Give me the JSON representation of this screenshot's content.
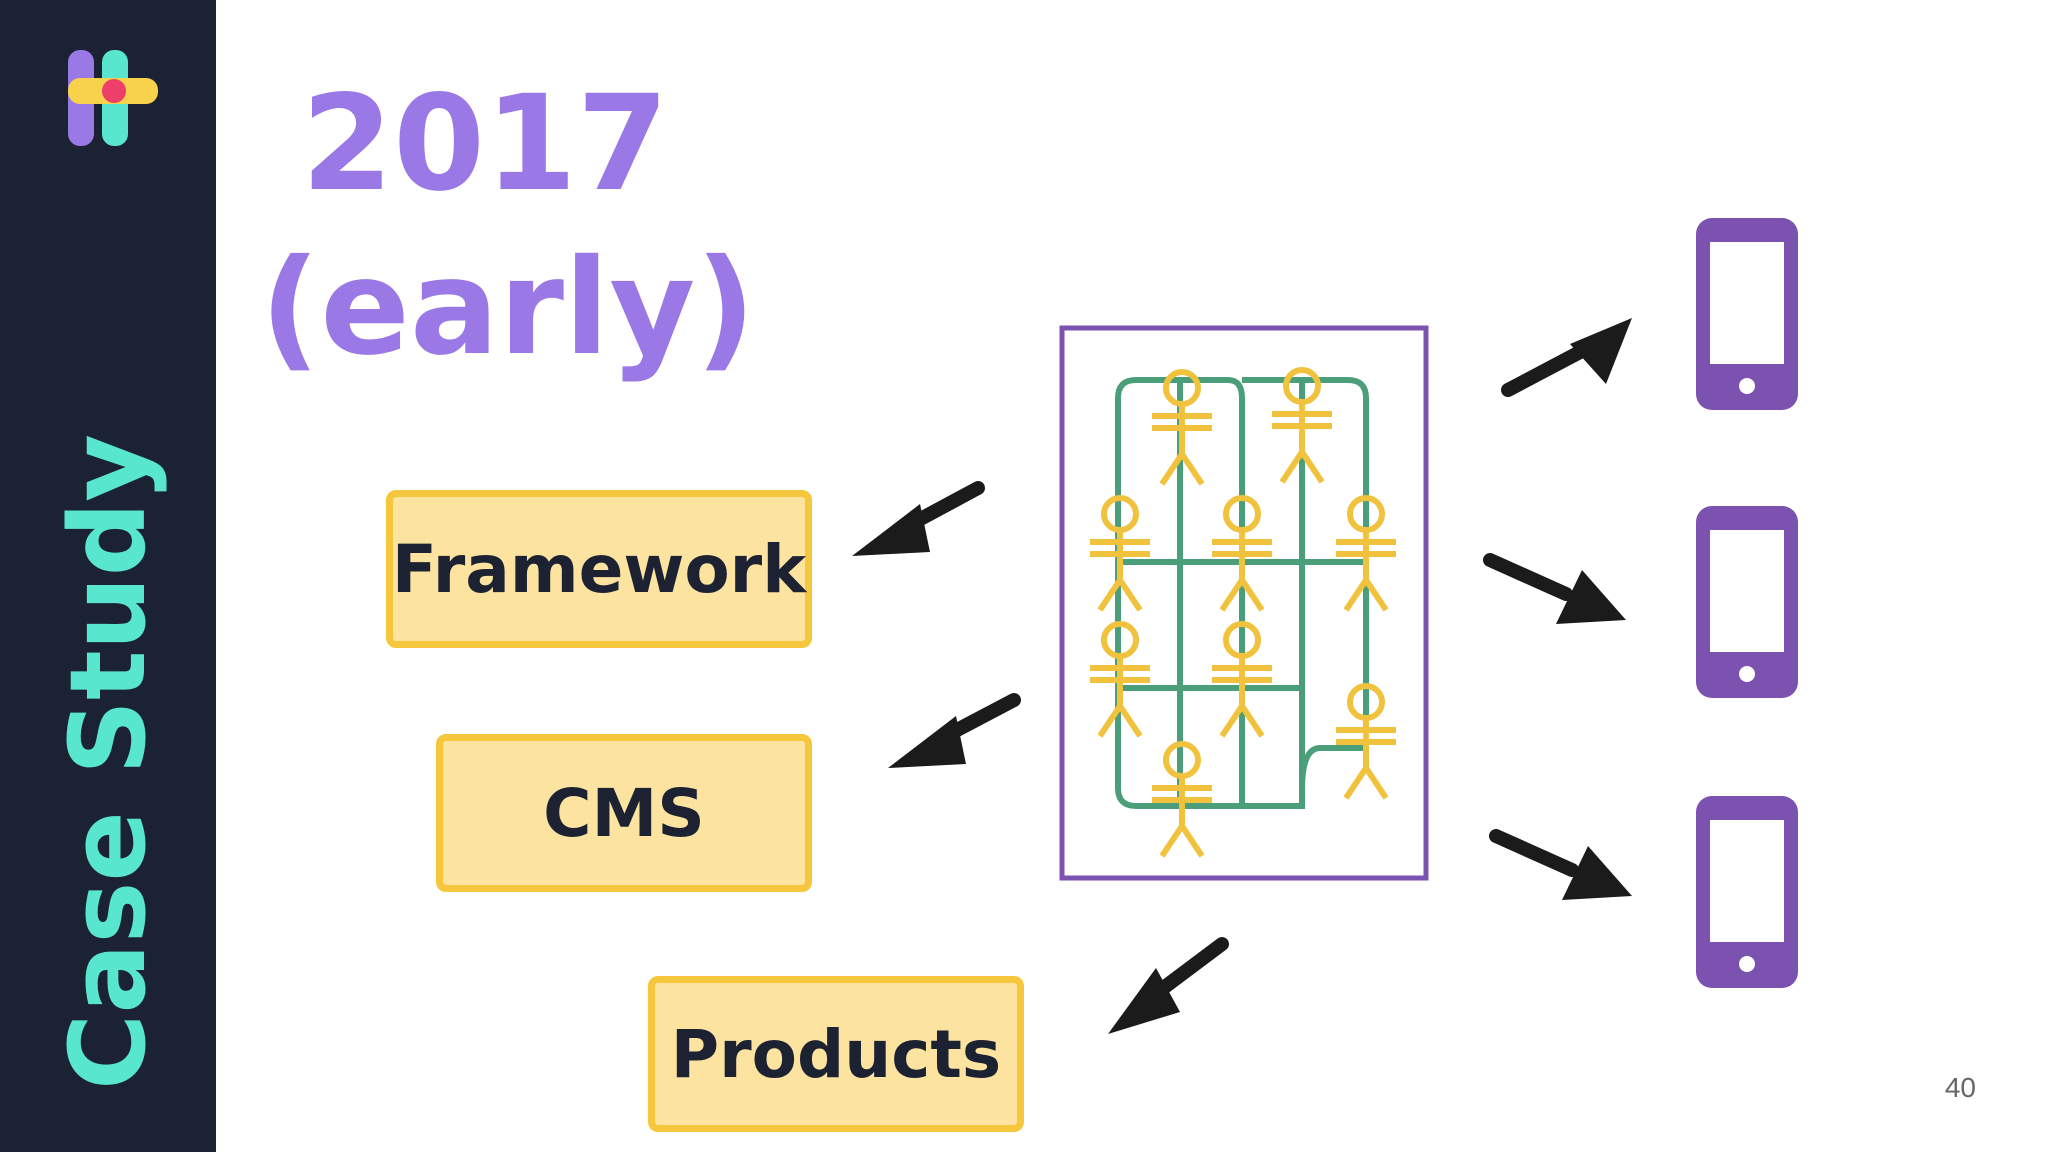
{
  "slide": {
    "section_title": "Case Study",
    "heading_line1": "2017",
    "heading_line2": "(early)",
    "page_number": "40"
  },
  "boxes": {
    "framework": "Framework",
    "cms": "CMS",
    "products": "Products"
  },
  "icons": {
    "logo": "brand-logo",
    "team": "team-org-chart-icon",
    "phones": [
      "phone-icon",
      "phone-icon",
      "phone-icon"
    ],
    "arrows": [
      "arrow-to-framework",
      "arrow-to-cms",
      "arrow-to-products",
      "arrow-to-phone-1",
      "arrow-to-phone-2",
      "arrow-to-phone-3"
    ]
  },
  "colors": {
    "sidebar": "#1b2234",
    "accent_teal": "#58e6cf",
    "accent_purple": "#9a78e6",
    "box_fill": "#fde3a0",
    "box_border": "#f6c63c",
    "phone": "#7c52b0",
    "people": "#f0c23e",
    "lines": "#4a9e7a"
  }
}
